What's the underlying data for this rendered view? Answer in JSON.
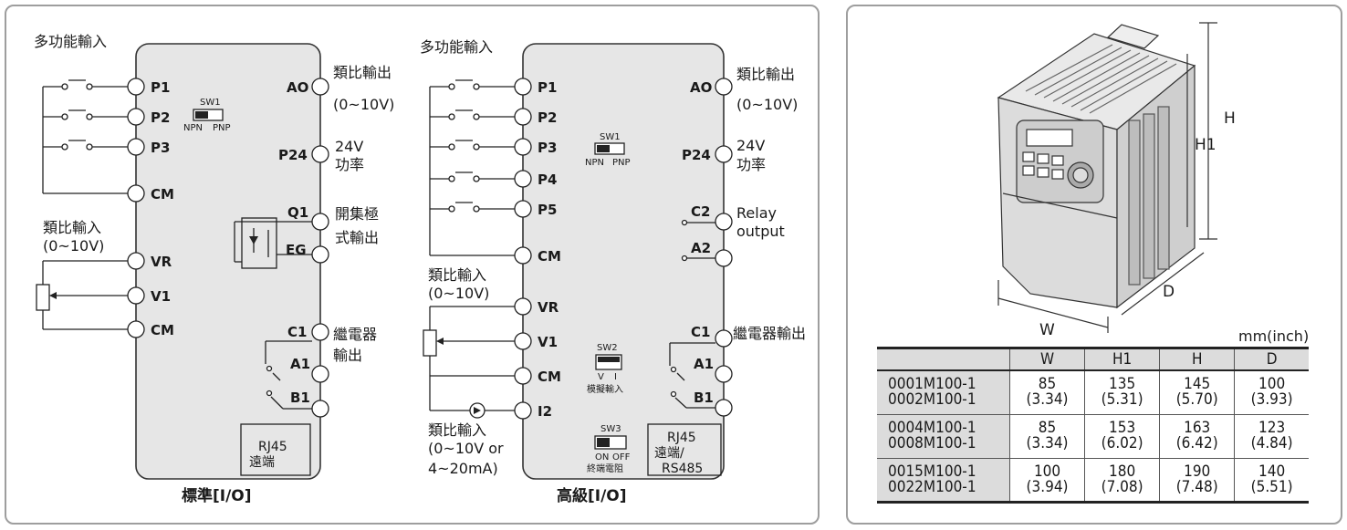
{
  "standard": {
    "multi_input_label": "多功能輸入",
    "inputs": [
      "P1",
      "P2",
      "P3",
      "CM"
    ],
    "analog_input_label": "類比輸入",
    "analog_input_range": "(0~10V)",
    "analog_terminals": [
      "VR",
      "V1",
      "CM"
    ],
    "switch": {
      "name": "SW1",
      "left": "NPN",
      "right": "PNP"
    },
    "right_terminals": [
      "AO",
      "P24",
      "Q1",
      "EG",
      "C1",
      "A1",
      "B1"
    ],
    "ao_label": "類比輸出",
    "ao_range": "(0~10V)",
    "p24_label_line1": "24V",
    "p24_label_line2": "功率",
    "oc_label_line1": "開集極",
    "oc_label_line2": "式輸出",
    "relay_label_line1": "繼電器",
    "relay_label_line2": "輸出",
    "rj45_line1": "RJ45",
    "rj45_line2": "遠端",
    "caption": "標準[I/O]"
  },
  "advanced": {
    "multi_input_label": "多功能輸入",
    "inputs": [
      "P1",
      "P2",
      "P3",
      "P4",
      "P5",
      "CM"
    ],
    "analog_input_label": "類比輸入",
    "analog_input_range": "(0~10V)",
    "analog_terminals": [
      "VR",
      "V1",
      "CM",
      "I2"
    ],
    "analog_input2_label_line1": "類比輸入",
    "analog_input2_label_line2": "(0~10V or",
    "analog_input2_label_line3": "4~20mA)",
    "sw1": {
      "name": "SW1",
      "left": "NPN",
      "right": "PNP"
    },
    "sw2": {
      "name": "SW2",
      "left": "V",
      "right": "I",
      "caption": "模擬輸入"
    },
    "sw3": {
      "name": "SW3",
      "left": "ON",
      "right": "OFF",
      "caption": "終端電阻"
    },
    "right_terminals": [
      "AO",
      "P24",
      "C2",
      "A2",
      "C1",
      "A1",
      "B1"
    ],
    "ao_label": "類比輸出",
    "ao_range": "(0~10V)",
    "p24_label_line1": "24V",
    "p24_label_line2": "功率",
    "relay2_label_line1": "Relay",
    "relay2_label_line2": "output",
    "relay1_label": "繼電器輸出",
    "rj45_line1": "RJ45",
    "rj45_line2": "遠端/",
    "rj45_line3": "RS485",
    "caption": "高級[I/O]"
  },
  "dimensions": {
    "drawing_labels": {
      "w": "W",
      "h": "H",
      "h1": "H1",
      "d": "D"
    },
    "unit": "mm(inch)",
    "headers": [
      "",
      "W",
      "H1",
      "H",
      "D"
    ],
    "rows": [
      {
        "model_1": "0001M100-1",
        "model_2": "0002M100-1",
        "w": "85",
        "w_in": "(3.34)",
        "h1": "135",
        "h1_in": "(5.31)",
        "h": "145",
        "h_in": "(5.70)",
        "d": "100",
        "d_in": "(3.93)"
      },
      {
        "model_1": "0004M100-1",
        "model_2": "0008M100-1",
        "w": "85",
        "w_in": "(3.34)",
        "h1": "153",
        "h1_in": "(6.02)",
        "h": "163",
        "h_in": "(6.42)",
        "d": "123",
        "d_in": "(4.84)"
      },
      {
        "model_1": "0015M100-1",
        "model_2": "0022M100-1",
        "w": "100",
        "w_in": "(3.94)",
        "h1": "180",
        "h1_in": "(7.08)",
        "h": "190",
        "h_in": "(7.48)",
        "d": "140",
        "d_in": "(5.51)"
      }
    ]
  }
}
